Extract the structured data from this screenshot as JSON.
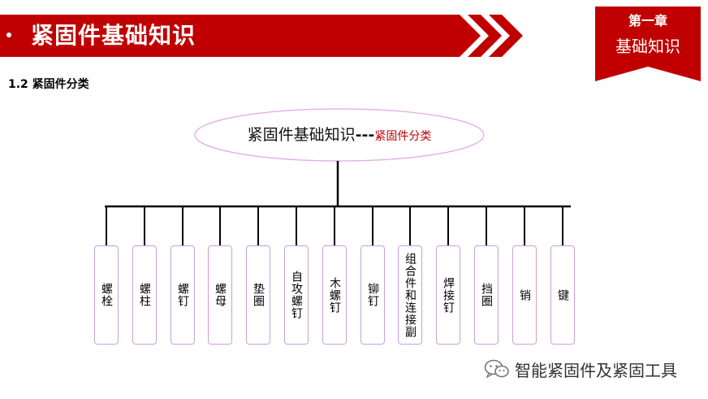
{
  "header": {
    "title": "紧固件基础知识",
    "accent_color": "#c00000"
  },
  "chapter": {
    "line1": "第一章",
    "line2": "基础知识"
  },
  "section": {
    "heading": "1.2 紧固件分类"
  },
  "diagram": {
    "root": {
      "main": "紧固件基础知识",
      "separator": "---",
      "sub": "紧固件分类"
    },
    "nodes": [
      {
        "label": "螺栓"
      },
      {
        "label": "螺柱"
      },
      {
        "label": "螺钉"
      },
      {
        "label": "螺母"
      },
      {
        "label": "垫圈"
      },
      {
        "label": "自攻螺钉"
      },
      {
        "label": "木螺钉"
      },
      {
        "label": "铆钉"
      },
      {
        "label": "组合件和连接副"
      },
      {
        "label": "焊接钉"
      },
      {
        "label": "挡圈"
      },
      {
        "label": "销"
      },
      {
        "label": "键"
      }
    ]
  },
  "watermark": {
    "text": "智能紧固件及紧固工具",
    "icon": "wechat-icon"
  }
}
